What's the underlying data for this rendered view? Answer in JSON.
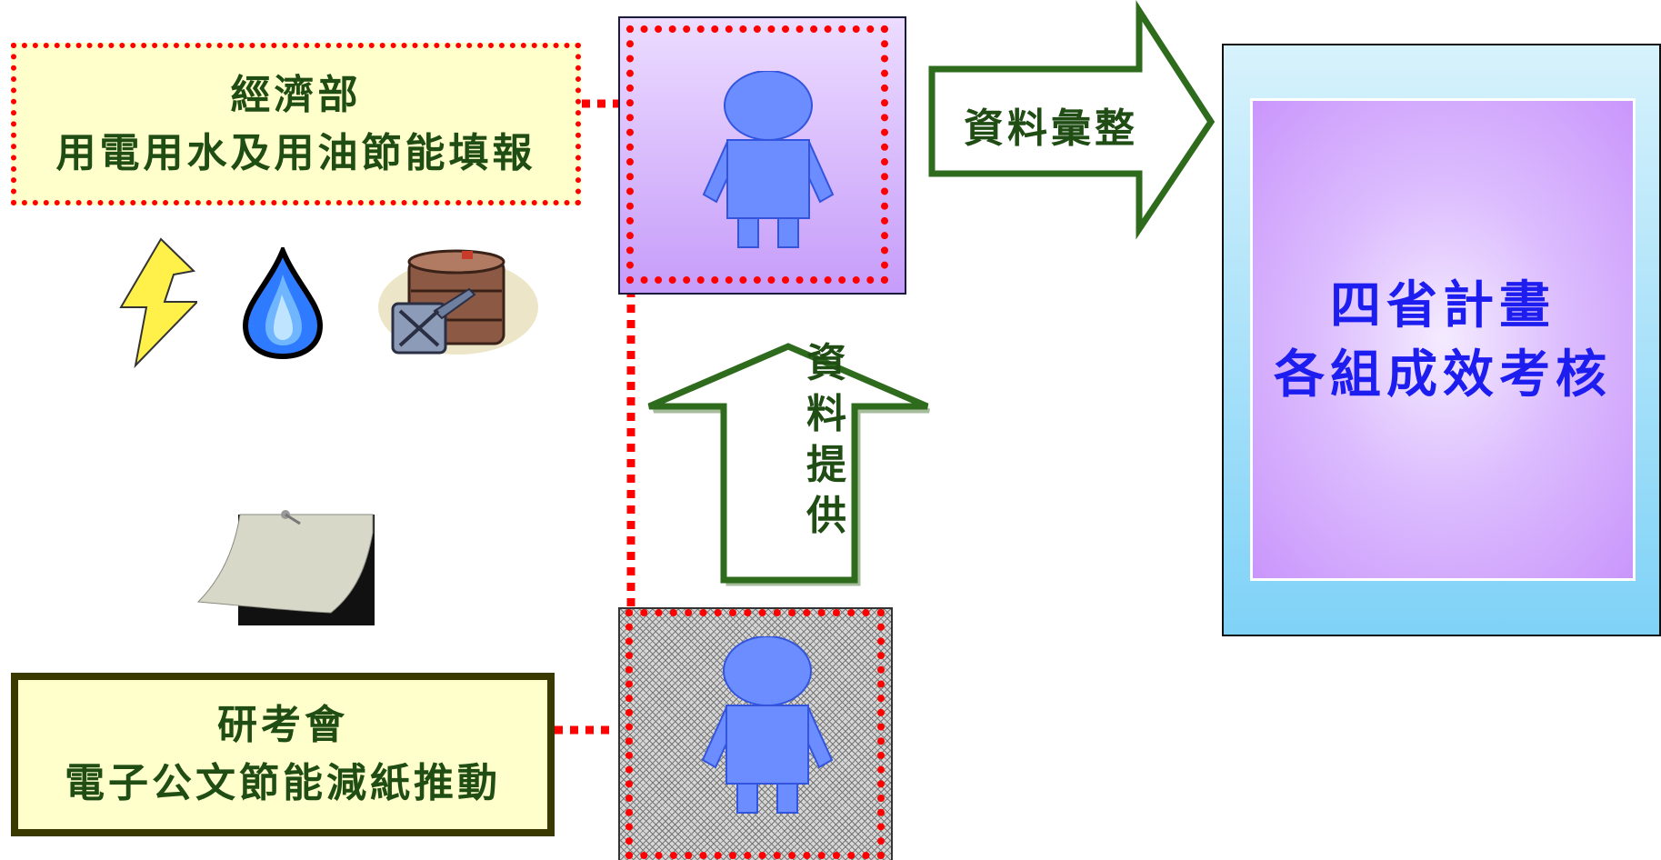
{
  "moea": {
    "line1": "經濟部",
    "line2": "用電用水及用油節能填報"
  },
  "rdec": {
    "line1": "研考會",
    "line2": "電子公文節能減紙推動"
  },
  "arrows": {
    "collect_label": "資料彙整",
    "provide_label": "資料提供"
  },
  "target": {
    "line1": "四省計畫",
    "line2": "各組成效考核"
  },
  "icons": {
    "electricity": "lightning-icon",
    "water": "water-drop-icon",
    "oil": "oil-drum-icon",
    "paper": "paper-note-icon",
    "person": "person-icon"
  },
  "colors": {
    "label_text": "#1f4d14",
    "label_fill": "#ffffcc",
    "connector": "#ff0000",
    "target_text": "#1d1df0",
    "arrow_stroke": "#2e6b1d"
  }
}
